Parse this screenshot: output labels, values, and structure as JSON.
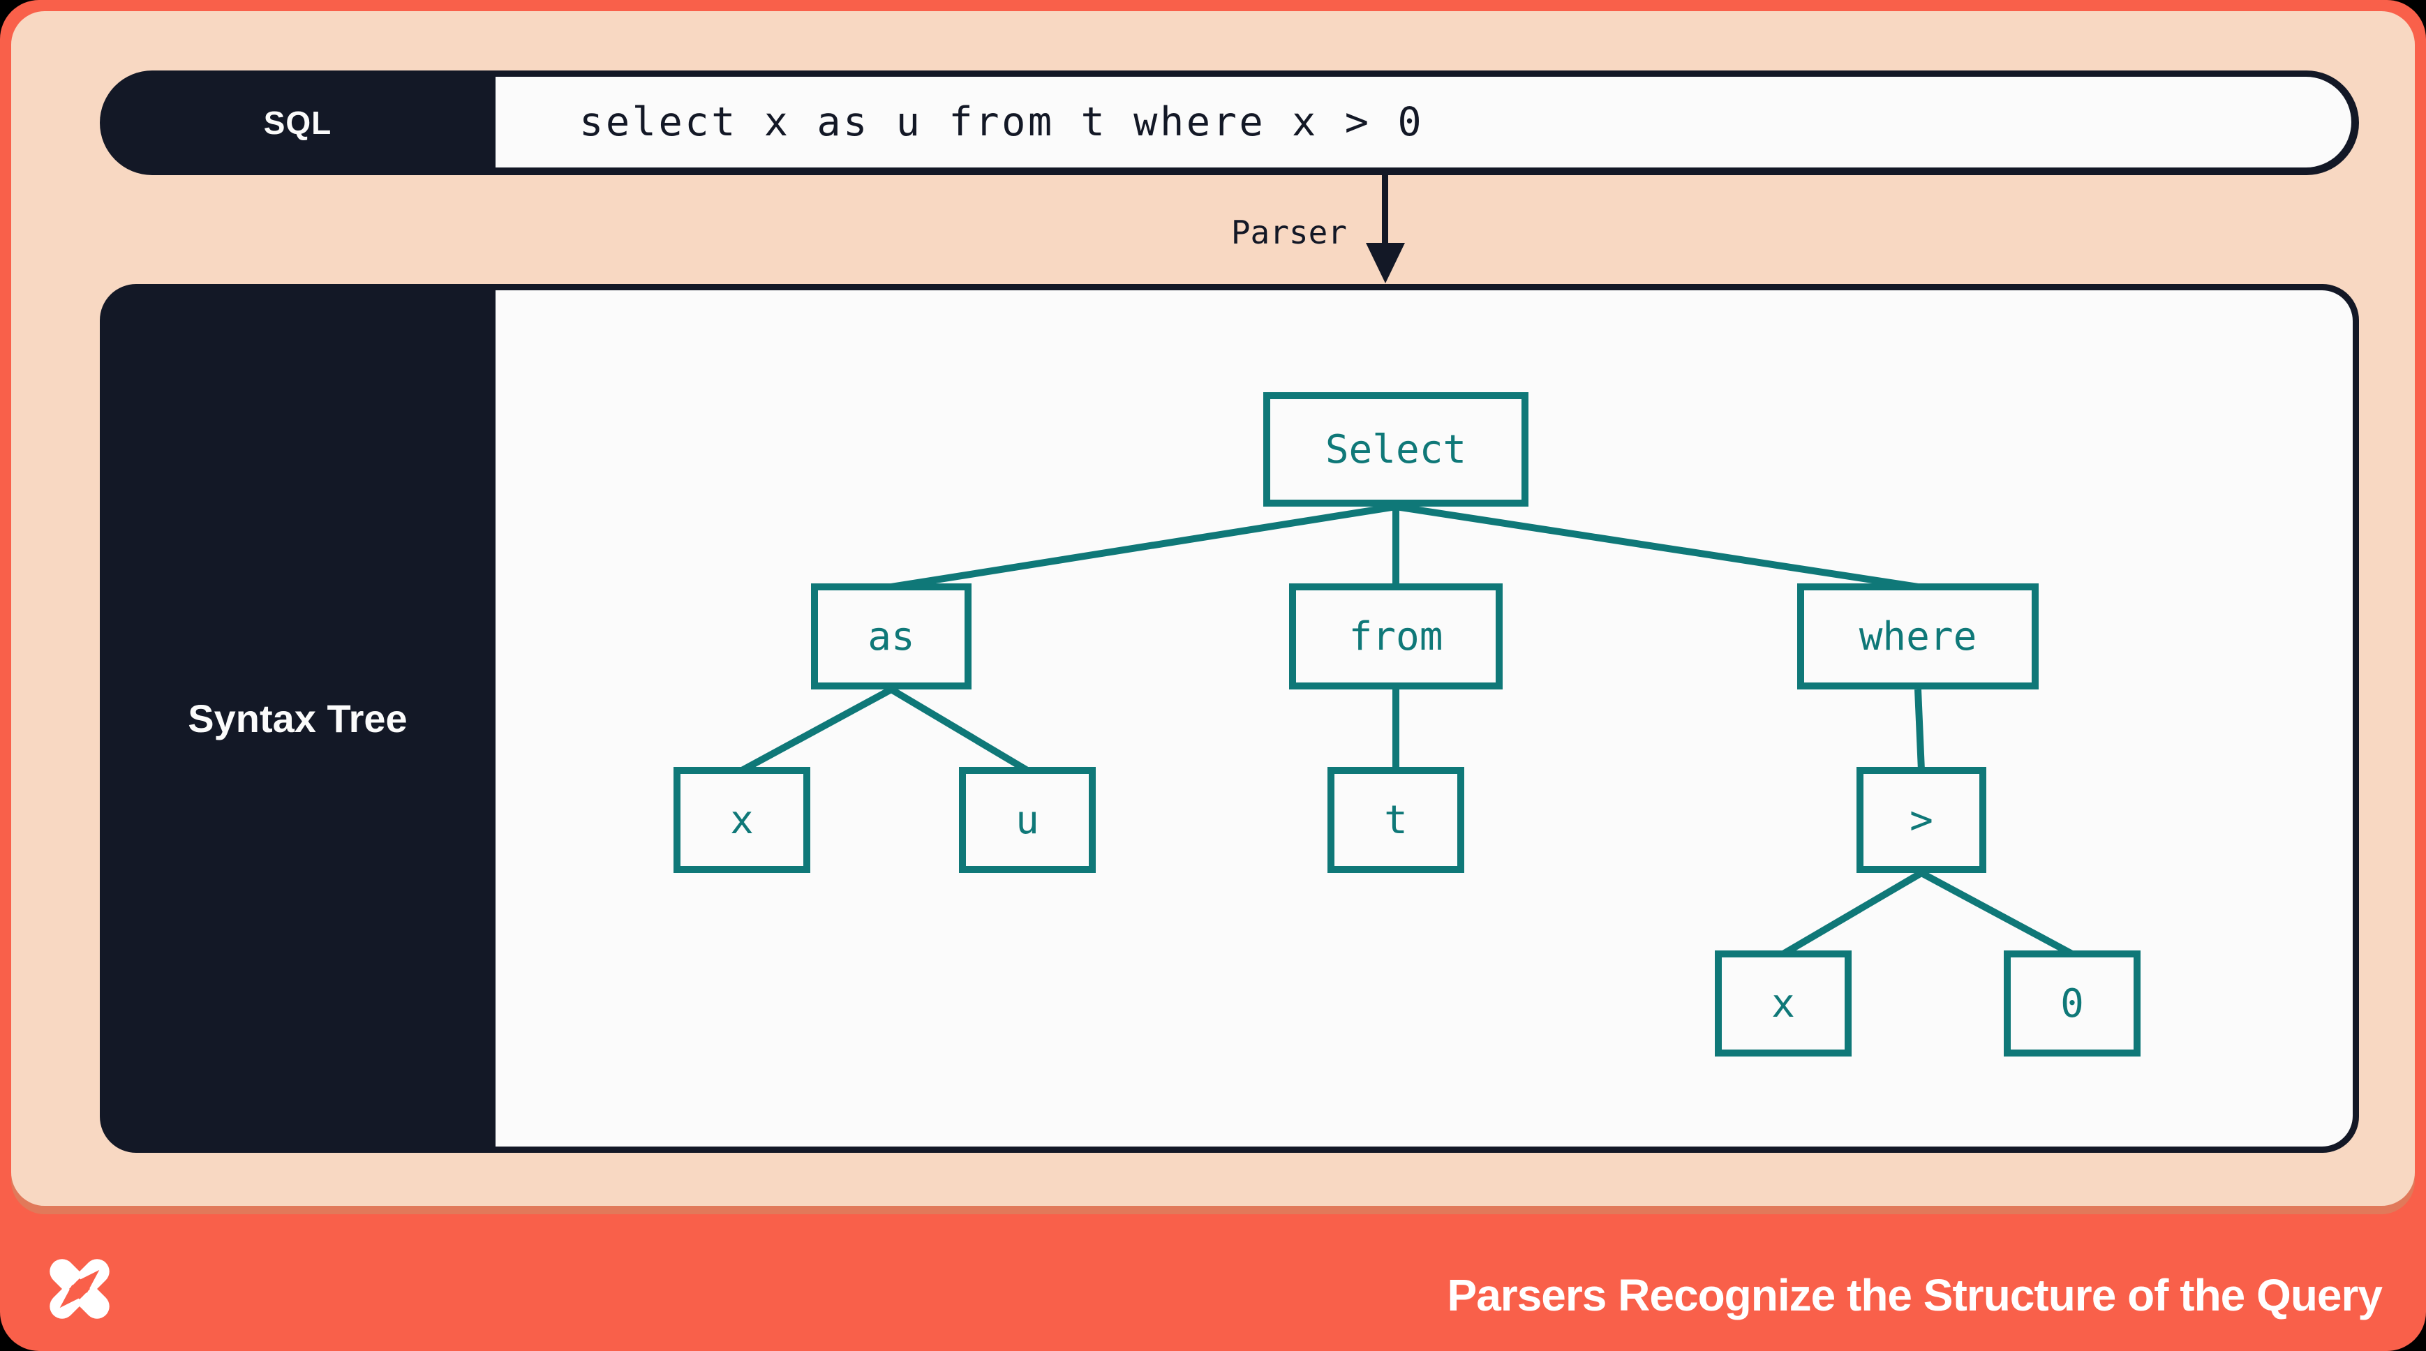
{
  "colors": {
    "navy": "#131826",
    "teal": "#0F7878",
    "orange": "#F9604A",
    "peach": "#F8D8C2",
    "paper": "#FBFBFB"
  },
  "sql_bar": {
    "label": "SQL",
    "query": "select x as u from t where x > 0"
  },
  "parser": {
    "label": "Parser"
  },
  "syntax_panel": {
    "label": "Syntax Tree"
  },
  "tree": {
    "nodes": {
      "select": {
        "label": "Select"
      },
      "as": {
        "label": "as"
      },
      "from": {
        "label": "from"
      },
      "where": {
        "label": "where"
      },
      "x1": {
        "label": "x"
      },
      "u": {
        "label": "u"
      },
      "t": {
        "label": "t"
      },
      "gt": {
        "label": ">"
      },
      "x2": {
        "label": "x"
      },
      "zero": {
        "label": "0"
      }
    },
    "edges": [
      [
        "select",
        "as"
      ],
      [
        "select",
        "from"
      ],
      [
        "select",
        "where"
      ],
      [
        "as",
        "x1"
      ],
      [
        "as",
        "u"
      ],
      [
        "from",
        "t"
      ],
      [
        "where",
        "gt"
      ],
      [
        "gt",
        "x2"
      ],
      [
        "gt",
        "zero"
      ]
    ]
  },
  "footer": {
    "caption": "Parsers Recognize the Structure of the Query",
    "logo": "x-star-logo"
  }
}
